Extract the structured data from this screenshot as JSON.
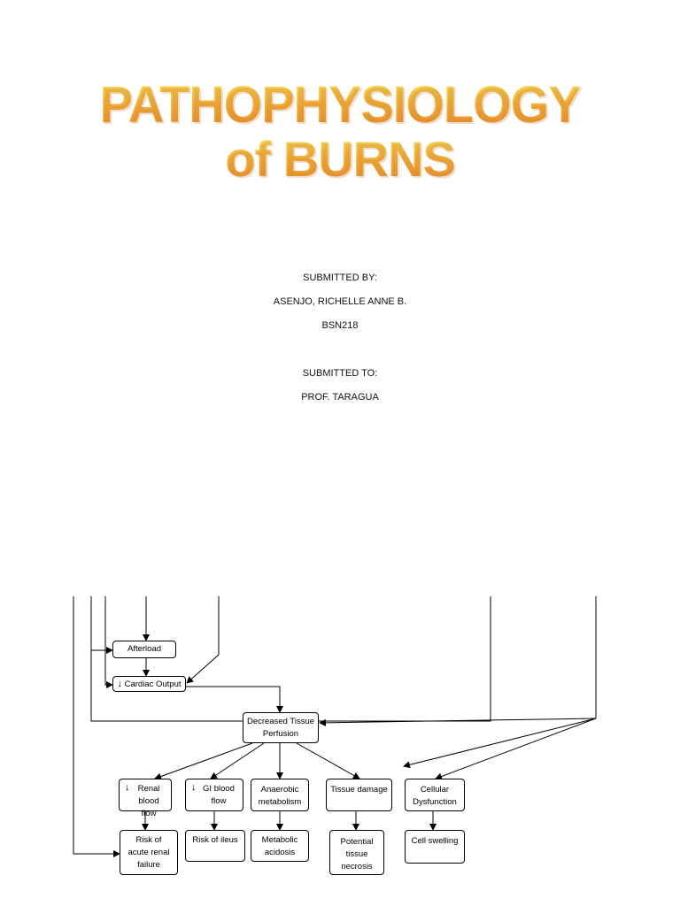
{
  "title": {
    "line1": "PATHOPHYSIOLOGY",
    "line2": "of BURNS"
  },
  "submission": {
    "submitted_by_label": "SUBMITTED BY:",
    "name": "ASENJO, RICHELLE ANNE B.",
    "section": "BSN218",
    "submitted_to_label": "SUBMITTED TO:",
    "professor": "PROF. TARAGUA"
  },
  "diagram": {
    "afterload": "Afterload",
    "cardiac_output": "Cardiac Output",
    "decreased_perfusion": "Decreased Tissue Perfusion",
    "renal_blood_flow": "Renal blood flow",
    "gi_blood_flow": "GI blood flow",
    "anaerobic": "Anaerobic metabolism",
    "tissue_damage": "Tissue damage",
    "cellular_dysfunction": "Cellular Dysfunction",
    "renal_failure": "Risk of acute renal failure",
    "ileus": "Risk of ileus",
    "acidosis": "Metabolic acidosis",
    "necrosis": "Potential tissue necrosis",
    "cell_swelling": "Cell swelling",
    "down_arrow": "↓"
  }
}
